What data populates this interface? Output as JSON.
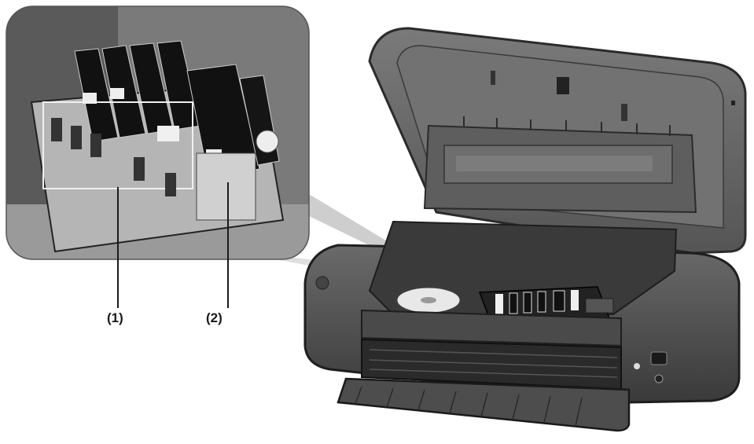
{
  "callouts": [
    {
      "id": "1",
      "label": "(1)"
    },
    {
      "id": "2",
      "label": "(2)"
    }
  ],
  "colors": {
    "printer_body": "#5a5a5a",
    "printer_dark": "#2b2b2b",
    "cover_inner": "#6e6e6e",
    "inset_bg": "#8a8a8a",
    "cartridge": "#111111",
    "leader": "#1a1a1a"
  },
  "icons": [
    "printer-illustration",
    "print-head-holder-inset",
    "ink-cartridge",
    "power-button-icon",
    "resume-button-icon"
  ]
}
